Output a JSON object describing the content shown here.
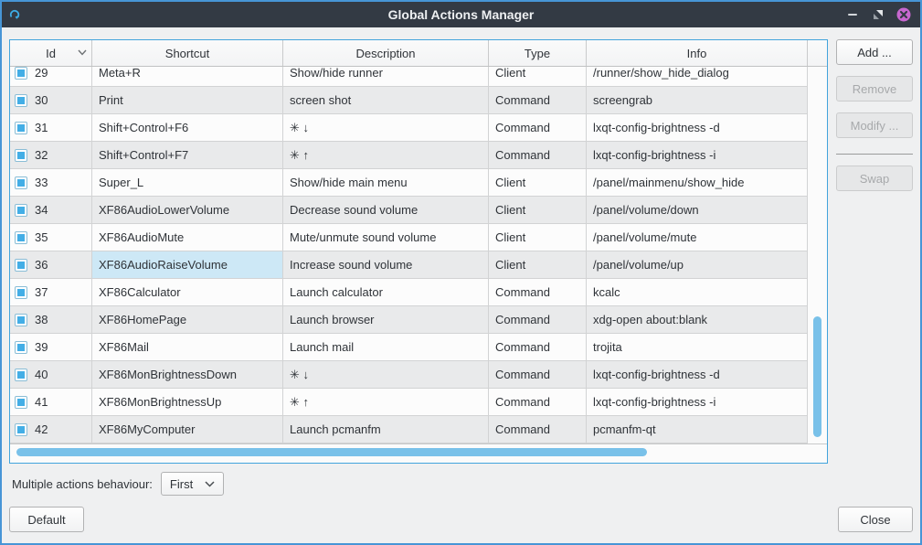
{
  "window": {
    "title": "Global Actions Manager",
    "controls": [
      "minimize",
      "restore",
      "close"
    ]
  },
  "colors": {
    "accent": "#43aee6",
    "selection": "#cde8f6",
    "scrollbar": "#79c1e9",
    "titlebar": "#333a44",
    "window_border": "#4795d6",
    "close_button": "#c767cf"
  },
  "table": {
    "columns": [
      "Id",
      "Shortcut",
      "Description",
      "Type",
      "Info"
    ],
    "sorted_column": "Id",
    "rows": [
      {
        "id": "29",
        "shortcut": "Meta+R",
        "description": "Show/hide runner",
        "type": "Client",
        "info": "/runner/show_hide_dialog",
        "checked": true,
        "selected": false
      },
      {
        "id": "30",
        "shortcut": "Print",
        "description": "screen shot",
        "type": "Command",
        "info": "screengrab",
        "checked": true,
        "selected": false
      },
      {
        "id": "31",
        "shortcut": "Shift+Control+F6",
        "description": "✳ ↓",
        "type": "Command",
        "info": "lxqt-config-brightness -d",
        "checked": true,
        "selected": false
      },
      {
        "id": "32",
        "shortcut": "Shift+Control+F7",
        "description": "✳ ↑",
        "type": "Command",
        "info": "lxqt-config-brightness -i",
        "checked": true,
        "selected": false
      },
      {
        "id": "33",
        "shortcut": "Super_L",
        "description": "Show/hide main menu",
        "type": "Client",
        "info": "/panel/mainmenu/show_hide",
        "checked": true,
        "selected": false
      },
      {
        "id": "34",
        "shortcut": "XF86AudioLowerVolume",
        "description": "Decrease sound volume",
        "type": "Client",
        "info": "/panel/volume/down",
        "checked": true,
        "selected": false
      },
      {
        "id": "35",
        "shortcut": "XF86AudioMute",
        "description": "Mute/unmute sound volume",
        "type": "Client",
        "info": "/panel/volume/mute",
        "checked": true,
        "selected": false
      },
      {
        "id": "36",
        "shortcut": "XF86AudioRaiseVolume",
        "description": "Increase sound volume",
        "type": "Client",
        "info": "/panel/volume/up",
        "checked": true,
        "selected": true
      },
      {
        "id": "37",
        "shortcut": "XF86Calculator",
        "description": "Launch calculator",
        "type": "Command",
        "info": "kcalc",
        "checked": true,
        "selected": false
      },
      {
        "id": "38",
        "shortcut": "XF86HomePage",
        "description": "Launch browser",
        "type": "Command",
        "info": "xdg-open about:blank",
        "checked": true,
        "selected": false
      },
      {
        "id": "39",
        "shortcut": "XF86Mail",
        "description": "Launch mail",
        "type": "Command",
        "info": "trojita",
        "checked": true,
        "selected": false
      },
      {
        "id": "40",
        "shortcut": "XF86MonBrightnessDown",
        "description": "✳ ↓",
        "type": "Command",
        "info": "lxqt-config-brightness -d",
        "checked": true,
        "selected": false
      },
      {
        "id": "41",
        "shortcut": "XF86MonBrightnessUp",
        "description": "✳ ↑",
        "type": "Command",
        "info": "lxqt-config-brightness -i",
        "checked": true,
        "selected": false
      },
      {
        "id": "42",
        "shortcut": "XF86MyComputer",
        "description": "Launch pcmanfm",
        "type": "Command",
        "info": "pcmanfm-qt",
        "checked": true,
        "selected": false
      }
    ]
  },
  "side_buttons": [
    {
      "label": "Add ...",
      "enabled": true
    },
    {
      "label": "Remove",
      "enabled": false
    },
    {
      "label": "Modify ...",
      "enabled": false
    },
    {
      "label": "Swap",
      "enabled": false
    }
  ],
  "behaviour": {
    "label": "Multiple actions behaviour:",
    "value": "First"
  },
  "footer": {
    "default_label": "Default",
    "close_label": "Close"
  }
}
